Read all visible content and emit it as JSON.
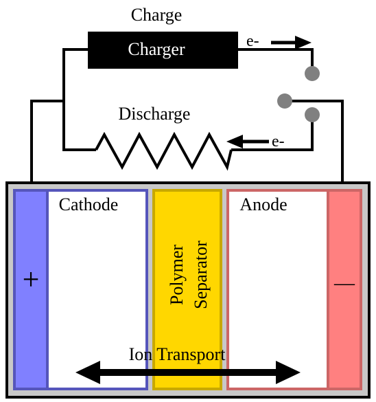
{
  "labels": {
    "charge": "Charge",
    "charger": "Charger",
    "discharge": "Discharge",
    "electron_top": "e-",
    "electron_bottom": "e-",
    "cathode": "Cathode",
    "anode": "Anode",
    "separator_line1": "Polymer",
    "separator_line2": "Separator",
    "plus": "+",
    "minus": "—",
    "ion_transport": "Ion Transport"
  },
  "colors": {
    "cathode_terminal": "#8080ff",
    "cathode_border": "#5555bb",
    "anode_terminal": "#ff8080",
    "anode_border": "#cc6666",
    "separator_fill": "#ffd700",
    "separator_border": "#c8a800",
    "casing": "#c8c8c8",
    "charger_fill": "#000000",
    "switch_contact": "#808080"
  }
}
